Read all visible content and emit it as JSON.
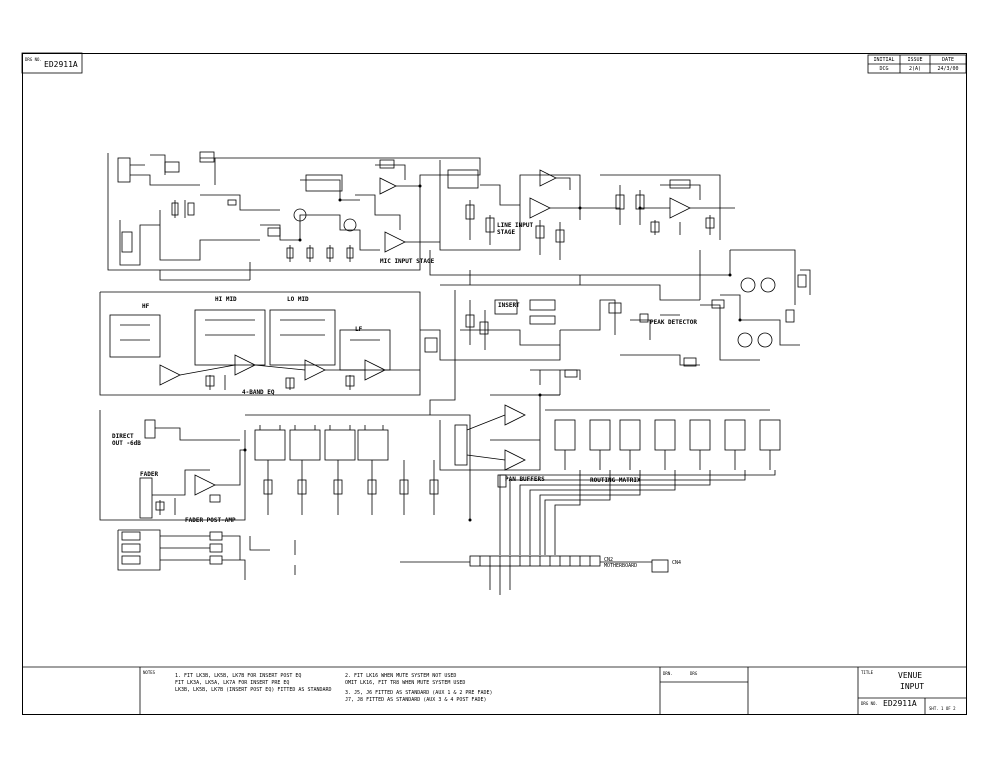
{
  "header": {
    "drg_label": "DRG NO.",
    "drg_no": "ED2911A",
    "rev_headers": [
      "INITIAL",
      "ISSUE",
      "DATE"
    ],
    "rev_values": [
      "DCG",
      "2(A)",
      "24/3/00"
    ]
  },
  "blocks": {
    "mic_input": "MIC INPUT STAGE",
    "line_input": "LINE INPUT STAGE",
    "insert": "INSERT",
    "peak_detector": "PEAK DETECTOR",
    "four_band_eq": "4-BAND EQ",
    "direct_out": "DIRECT OUT -6dB",
    "fader": "FADER",
    "fader_post_amp": "FADER POST-AMP",
    "pan_buffers": "PAN BUFFERS",
    "routing_matrix": "ROUTING MATRIX",
    "cn2": "CN2 MOTHERBOARD",
    "cn4": "CN4",
    "hf": "HF",
    "lf": "LF",
    "hi_mid": "HI MID",
    "lo_mid": "LO MID"
  },
  "footer": {
    "notes_label": "NOTES",
    "notes": [
      "1.  FIT LK3B, LK5B, LK7B FOR INSERT POST EQ",
      "     FIT LK3A, LK5A, LK7A FOR INSERT PRE EQ",
      "     LK3B, LK5B, LK7B (INSERT POST EQ) FITTED AS STANDARD",
      "2.  FIT LK16 WHEN MUTE SYSTEM NOT USED",
      "     OMIT LK16, FIT TR8 WHEN MUTE SYSTEM USED",
      "3.  J5, J6 FITTED AS STANDARD (AUX 1 & 2 PRE FADE)",
      "     J7, J8 FITTED AS STANDARD (AUX 3 & 4 POST FADE)"
    ],
    "drn_label": "DRN.",
    "drn_value": "DRG",
    "title_label": "TITLE",
    "title_line1": "VENUE",
    "title_line2": "INPUT",
    "drg_label": "DRG NO.",
    "drg_no": "ED2911A",
    "sheet": "SHT. 1 OF 2"
  }
}
